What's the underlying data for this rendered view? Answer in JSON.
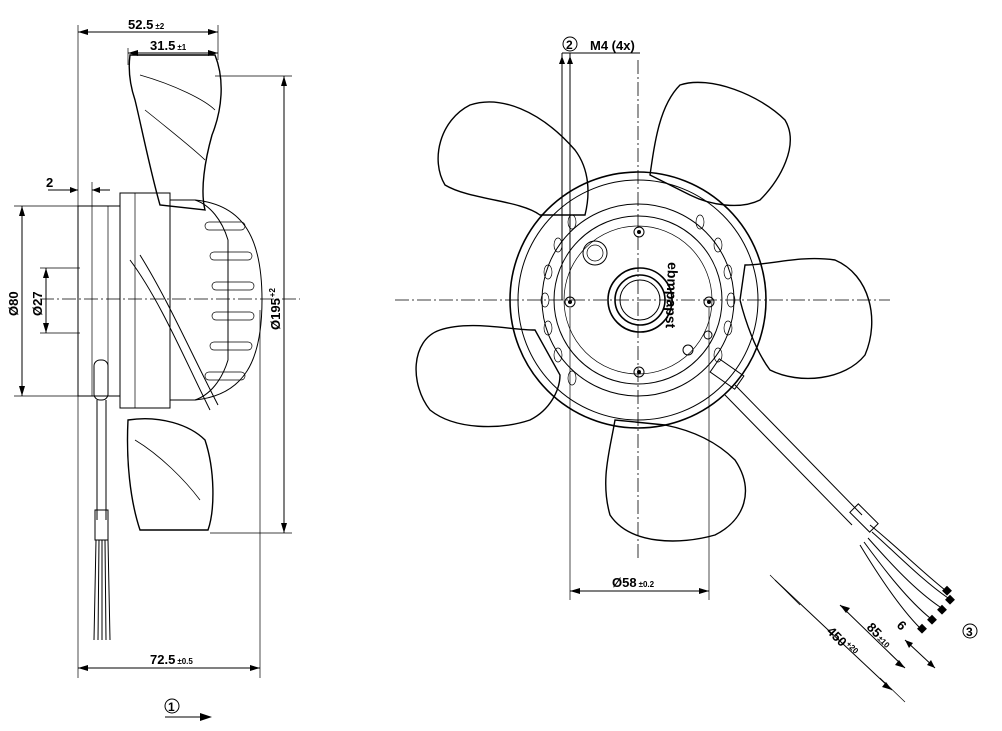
{
  "side_view": {
    "dim_overall_top": {
      "value": "52.5",
      "tol": "±2"
    },
    "dim_rotor": {
      "value": "31.5",
      "tol": "±1"
    },
    "dim_flange": {
      "value": "2",
      "tol": ""
    },
    "dim_hub_dia": {
      "value": "Ø80",
      "tol": ""
    },
    "dim_shaft_dia": {
      "value": "Ø27",
      "tol": ""
    },
    "dim_fan_dia": {
      "value": "Ø195",
      "tol": "+2"
    },
    "dim_overall_bottom": {
      "value": "72.5",
      "tol": "±0.5"
    },
    "airflow_callout": "1"
  },
  "front_view": {
    "callout_mount": "2",
    "mount_label": "M4 (4x)",
    "dim_bolt_circle": {
      "value": "Ø58",
      "tol": "±0.2"
    },
    "callout_leads": "3",
    "dim_cable_length": {
      "value": "450",
      "tol": "+20"
    },
    "dim_strip_length": {
      "value": "85",
      "tol": "±10"
    },
    "dim_wire_end": {
      "value": "6",
      "tol": ""
    },
    "brand_label": "ebmpapst"
  }
}
